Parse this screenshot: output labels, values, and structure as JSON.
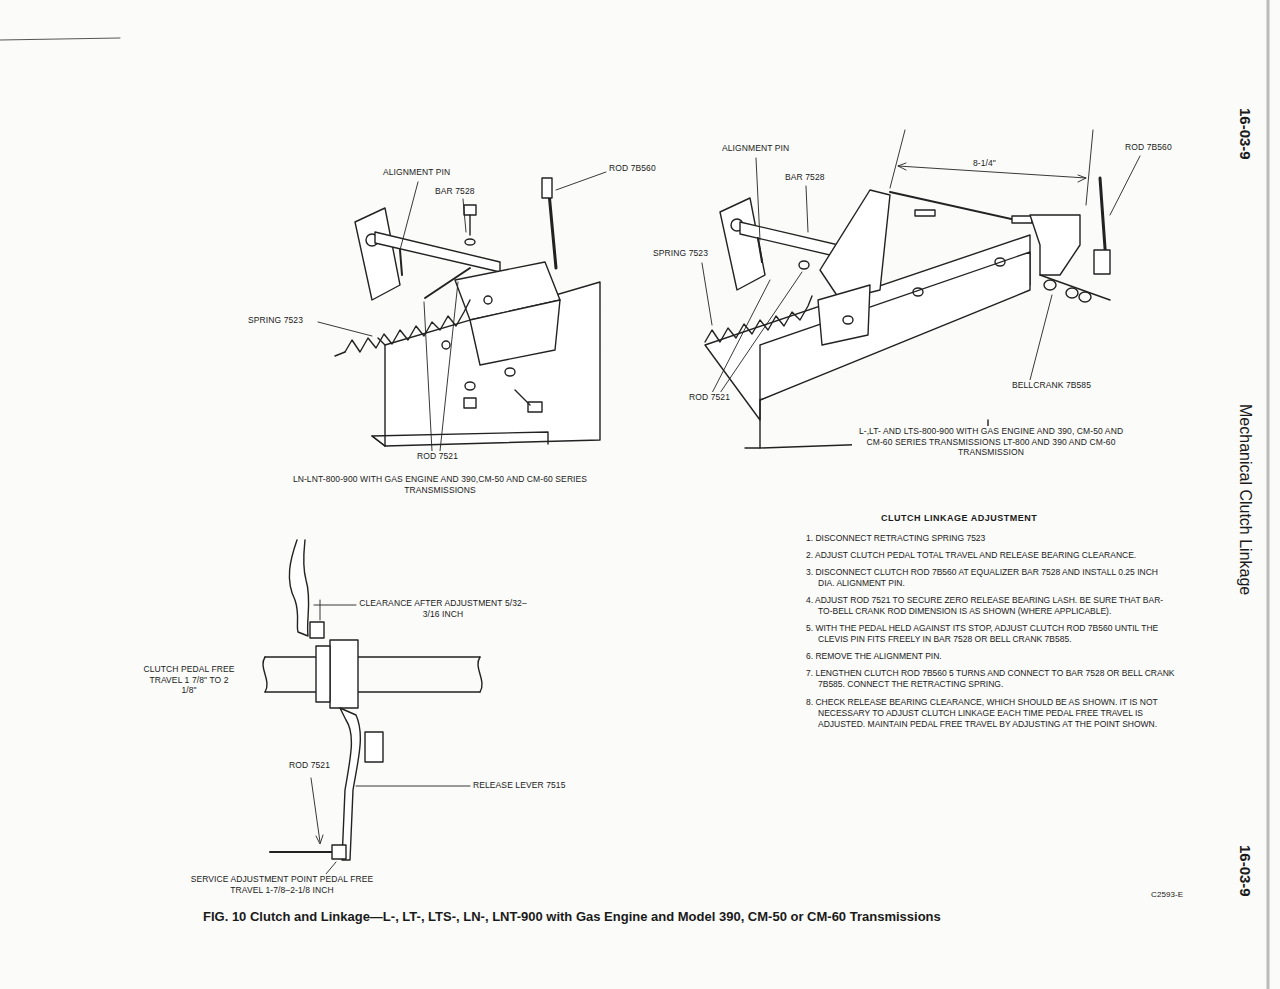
{
  "diagram": {
    "title": "Mechanical Clutch Linkage",
    "caption": "FIG. 10 Clutch and Linkage—L-, LT-, LTS-, LN-, LNT-900 with Gas Engine and Model 390, CM-50 or CM-60 Transmissions",
    "labels": [
      "16-03-9",
      "16-03-9",
      "ALIGNMENT PIN",
      "BAR 7528",
      "ROD 7B560",
      "SPRING 7523",
      "ROD 7521",
      "LN-LNT-800-900 WITH GAS ENGINE AND 390,CM-50 AND CM-60 SERIES TRANSMISSIONS",
      "ALIGNMENT PIN",
      "BAR 7528",
      "8-1/4\"",
      "ROD 7B560",
      "SPRING 7523",
      "ROD 7521",
      "BELLCRANK 7B585",
      "L-,LT- AND LTS-800-900 WITH GAS ENGINE AND 390, CM-50 AND CM-60 SERIES TRANSMISSIONS LT-800 AND 390 AND CM-60 TRANSMISSION",
      "CLUTCH LINKAGE ADJUSTMENT",
      "1. DISCONNECT RETRACTING SPRING 7523",
      "2. ADJUST CLUTCH PEDAL TOTAL TRAVEL AND RELEASE BEARING CLEARANCE.",
      "3. DISCONNECT CLUTCH ROD 7B560 AT EQUALIZER BAR 7528 AND INSTALL 0.25 INCH DIA. ALIGNMENT PIN.",
      "4. ADJUST ROD 7521 TO SECURE ZERO RELEASE BEARING LASH. BE SURE THAT BAR-TO-BELL CRANK ROD DIMENSION IS AS SHOWN (WHERE APPLICABLE).",
      "5. WITH THE PEDAL HELD AGAINST ITS STOP, ADJUST CLUTCH ROD 7B560 UNTIL THE CLEVIS PIN FITS FREELY IN BAR 7528 OR BELL CRANK 7B585.",
      "6. REMOVE THE ALIGNMENT PIN.",
      "7. LENGTHEN CLUTCH ROD 7B560 5 TURNS AND CONNECT TO BAR 7528 OR BELL CRANK 7B585. CONNECT THE RETRACTING SPRING.",
      "8. CHECK RELEASE BEARING CLEARANCE, WHICH SHOULD BE AS SHOWN. IT IS NOT NECESSARY TO ADJUST CLUTCH LINKAGE EACH TIME PEDAL FREE TRAVEL IS ADJUSTED. MAINTAIN PEDAL FREE TRAVEL BY ADJUSTING AT THE POINT SHOWN.",
      "CLEARANCE AFTER ADJUSTMENT 5/32–3/16 INCH",
      "CLUTCH PEDAL FREE TRAVEL 1 7/8\" TO 2 1/8\"",
      "ROD 7521",
      "RELEASE LEVER 7515",
      "SERVICE ADJUSTMENT POINT PEDAL FREE TRAVEL 1-7/8–2-1/8 INCH",
      "C2593-E"
    ]
  }
}
